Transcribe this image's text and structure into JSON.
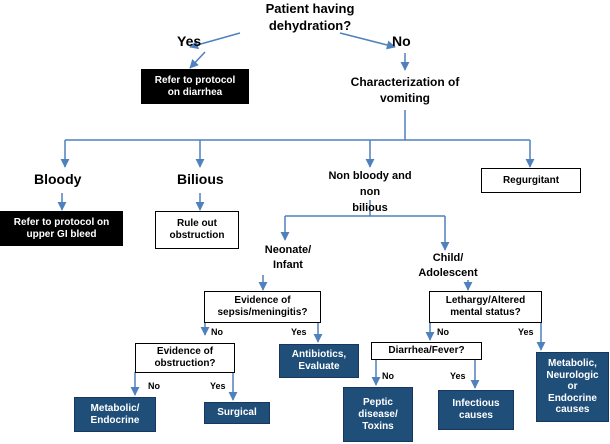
{
  "colors": {
    "arrow": "#4f81bd",
    "navy_fill": "#1f4e79",
    "black_fill": "#000000",
    "white_fill": "#ffffff"
  },
  "nodes": {
    "root": "Patient having\ndehydration?",
    "yes": "Yes",
    "no": "No",
    "diarrhea_protocol": "Refer to protocol\non diarrhea",
    "characterization": "Characterization of\nvomiting",
    "bloody": "Bloody",
    "bilious": "Bilious",
    "non_bloody": "Non bloody and non\nbilious",
    "regurgitant": "Regurgitant",
    "gi_bleed": "Refer to protocol on\nupper GI bleed",
    "rule_out_obstruction": "Rule out\nobstruction",
    "neonate": "Neonate/\nInfant",
    "child": "Child/\nAdolescent",
    "sepsis": "Evidence of\nsepsis/meningitis?",
    "lethargy": "Lethargy/Altered\nmental status?",
    "sepsis_no": "No",
    "sepsis_yes": "Yes",
    "lethargy_no": "No",
    "lethargy_yes": "Yes",
    "obstruction_q": "Evidence of\nobstruction?",
    "antibiotics": "Antibiotics,\nEvaluate",
    "diarrhea_fever": "Diarrhea/Fever?",
    "neuro": "Metabolic,\nNeurologic\nor\nEndocrine\ncauses",
    "obs_no": "No",
    "obs_yes": "Yes",
    "df_no": "No",
    "df_yes": "Yes",
    "metabolic_endocrine": "Metabolic/\nEndocrine",
    "surgical": "Surgical",
    "peptic": "Peptic\ndisease/\nToxins",
    "infectious": "Infectious\ncauses"
  }
}
